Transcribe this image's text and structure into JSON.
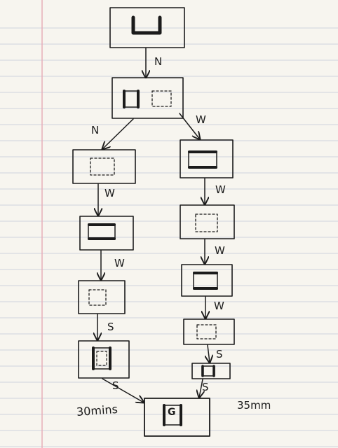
{
  "colors": {
    "paper": "#f7f5ef",
    "rule_line": "#cfd2dc",
    "margin_line": "#e7aeb9",
    "ink": "#1b1b1b"
  },
  "labels": {
    "n1": "N",
    "n2": "N",
    "w1": "W",
    "w2": "W",
    "w3": "W",
    "w4": "W",
    "w5": "W",
    "w6": "W",
    "s1": "S",
    "s2": "S",
    "s3": "S",
    "s4": "S",
    "left_time": "30mins",
    "right_time": "35mm",
    "goal": "G"
  }
}
